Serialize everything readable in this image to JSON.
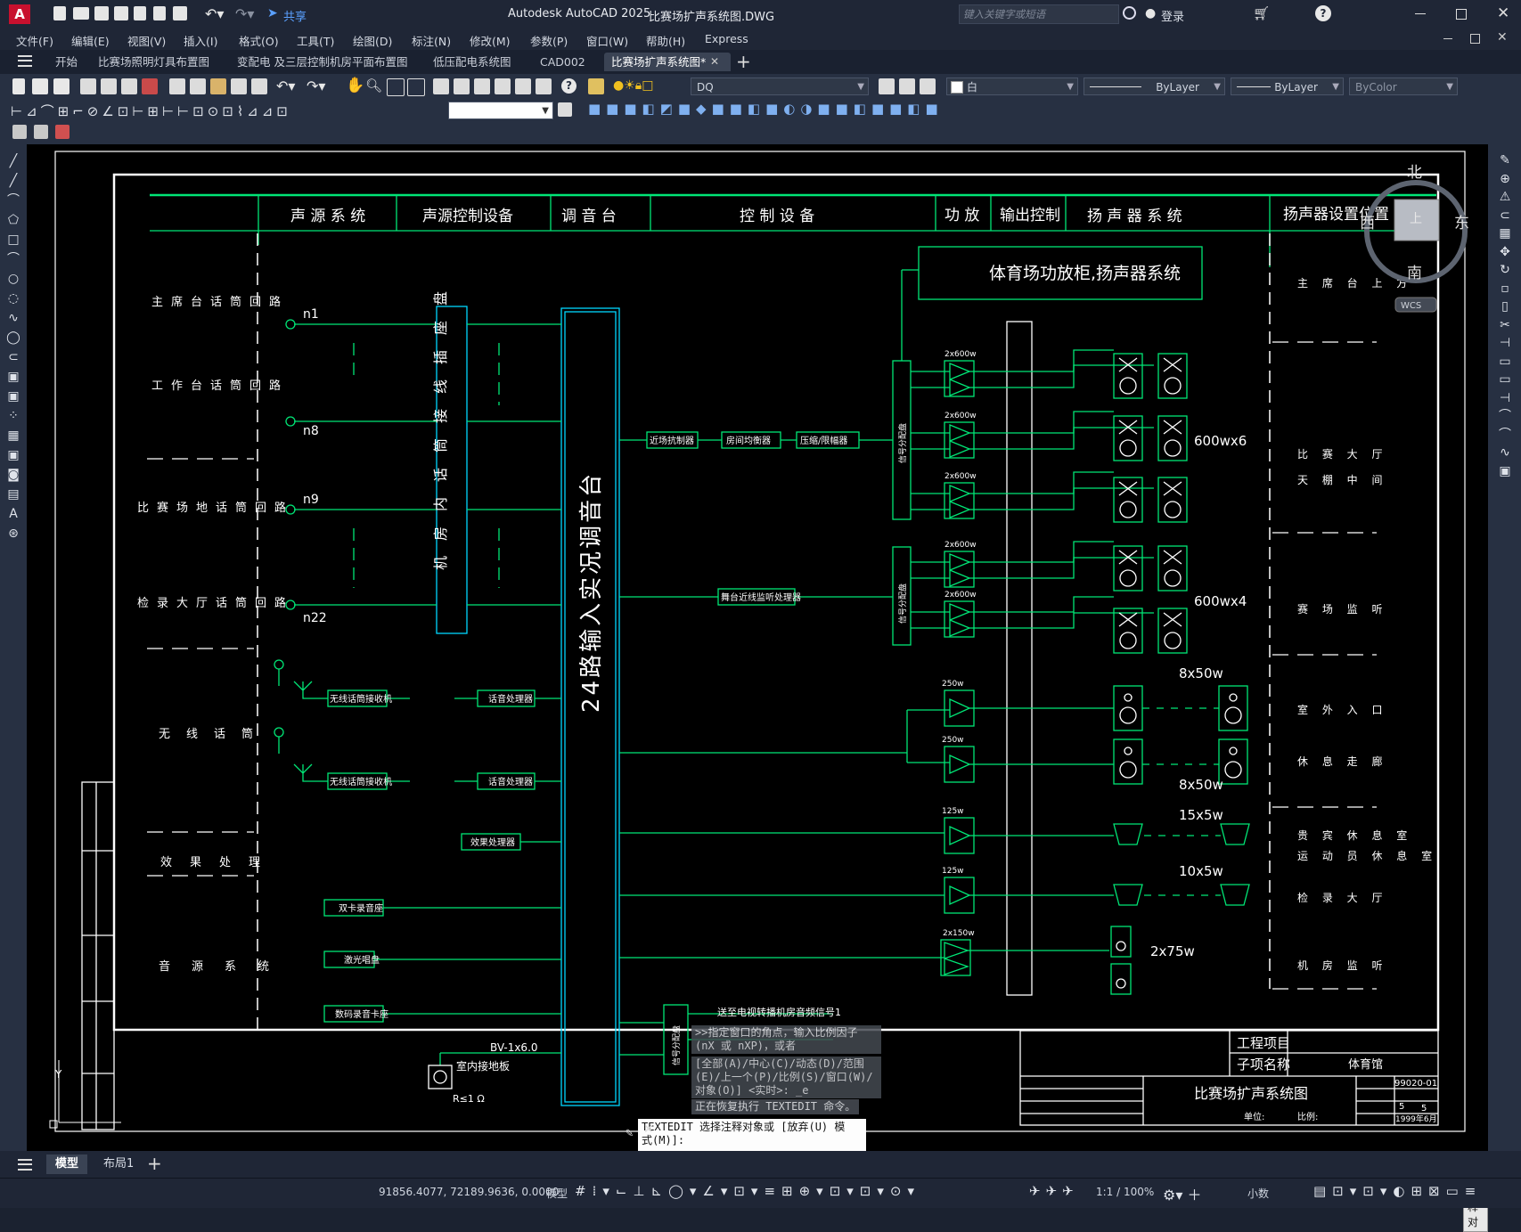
{
  "titlebar": {
    "app_title": "Autodesk AutoCAD 2025",
    "file_title": "比赛场扩声系统图.DWG",
    "share_label": "共享",
    "search_placeholder": "键入关键字或短语",
    "login_label": "登录",
    "app_logo": "A"
  },
  "menubar": [
    "文件(F)",
    "编辑(E)",
    "视图(V)",
    "插入(I)",
    "格式(O)",
    "工具(T)",
    "绘图(D)",
    "标注(N)",
    "修改(M)",
    "参数(P)",
    "窗口(W)",
    "帮助(H)",
    "Express"
  ],
  "tabs": [
    {
      "label": "开始",
      "active": false
    },
    {
      "label": "比赛场照明灯具布置图",
      "active": false
    },
    {
      "label": "变配电 及三层控制机房平面布置图",
      "active": false
    },
    {
      "label": "低压配电系统图",
      "active": false
    },
    {
      "label": "CAD002",
      "active": false
    },
    {
      "label": "比赛场扩声系统图*",
      "active": true
    }
  ],
  "properties": {
    "layer": "DQ",
    "color": "白",
    "linetype": "ByLayer",
    "lineweight": "ByLayer",
    "plotstyle": "ByColor"
  },
  "viewcube": {
    "north": "北",
    "south": "南",
    "east": "东",
    "west": "西",
    "top": "上",
    "wcs": "WCS"
  },
  "drawing": {
    "headers": [
      "声 源 系 统",
      "声源控制设备",
      "调 音 台",
      "控 制 设 备",
      "功 放",
      "输出控制",
      "扬 声 器 系 统",
      "扬声器设置位置"
    ],
    "amp_cabinet": "体育场功放柜,扬声器系统",
    "mixer_label": "24路输入实况调音台",
    "patch_panel": "机房内话筒接线插座盘",
    "sources": [
      "主席台话筒回路",
      "工作台话筒回路",
      "比赛场地话筒回路",
      "检录大厅话筒回路",
      "无线话筒",
      "效果处理",
      "音源系统"
    ],
    "nodes": [
      "n1",
      "n8",
      "n9",
      "n22"
    ],
    "devices": [
      "近场抗制器",
      "房间均衡器",
      "压缩/限幅器",
      "舞台近线监听处理器",
      "无线话筒接收机",
      "无线话筒接收机",
      "话音处理器",
      "话音处理器",
      "效果处理器",
      "双卡录音座",
      "激光唱盘",
      "数码录音卡座"
    ],
    "amp_ratings": [
      "2x600w",
      "2x600w",
      "2x600w",
      "2x600w",
      "2x600w",
      "250w",
      "250w",
      "125w",
      "125w",
      "2x150w"
    ],
    "splitter": "信号分配盘",
    "speaker_labels": [
      "600wx6",
      "600wx4",
      "8x50w",
      "8x50w",
      "15x5w",
      "10x5w",
      "2x75w"
    ],
    "locations": [
      "主 席 台 上 方",
      "比 赛 大 厅",
      "天 棚 中 间",
      "赛 场 监 听",
      "室 外 入 口",
      "休 息 走 廊",
      "贵 宾 休 息 室",
      "运 动 员 休 息 室",
      "检 录 大 厅",
      "机 房 监 听"
    ],
    "tv_signal": "送至电视转播机房音频信号1",
    "ground": {
      "cable": "BV-1x6.0",
      "label": "室内接地板",
      "resist": "R≤1 Ω"
    },
    "title_block": {
      "project_label": "工程项目",
      "subitem_label": "子项名称",
      "subitem_value": "体育馆",
      "drawing_title": "比赛场扩声系统图",
      "drawing_no": "99020-01",
      "sheet": "5",
      "sheets": "5",
      "date": "1999年6月",
      "unit_label": "单位:",
      "scale_label": "比例:"
    }
  },
  "command": {
    "history": [
      ">>指定窗口的角点，输入比例因子 (nX 或 nXP)，或者",
      "[全部(A)/中心(C)/动态(D)/范围(E)/上一个(P)/比例(S)/窗口(W)/对象(O)] <实时>: _e",
      "正在恢复执行 TEXTEDIT 命令。"
    ],
    "prompt": "TEXTEDIT 选择注释对象或 [放弃(U) 模式(M)]:",
    "tooltip": "选择注释对"
  },
  "layout_tabs": [
    {
      "label": "模型",
      "active": true
    },
    {
      "label": "布局1",
      "active": false
    }
  ],
  "status": {
    "coords": "91856.4077, 72189.9636, 0.0000",
    "model": "模型",
    "scale": "1:1 / 100%",
    "units": "小数"
  }
}
